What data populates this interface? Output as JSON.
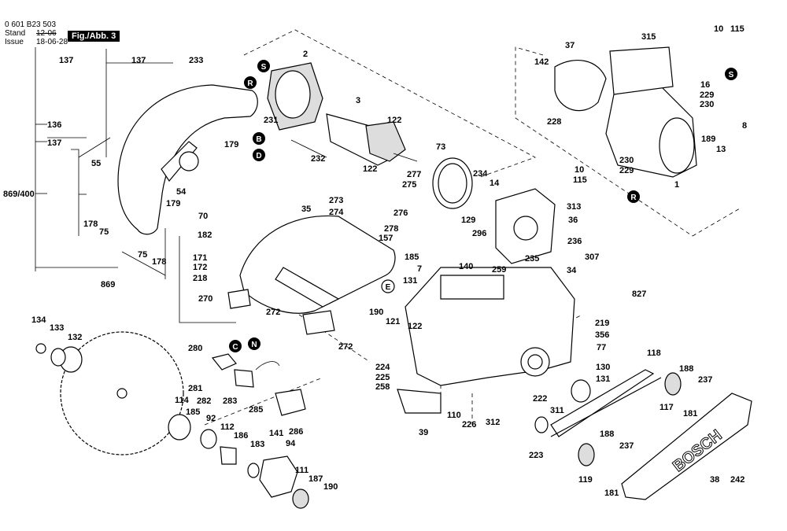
{
  "header": {
    "doc_number": "0 601 B23 503",
    "stand_label": "Stand",
    "stand_value": "12-06",
    "issue_label": "Issue",
    "issue_value": "18-06-28",
    "figure": "Fig./Abb. 3"
  },
  "brand": "BOSCH",
  "markers": [
    "S",
    "R",
    "B",
    "D",
    "E",
    "C",
    "N",
    "S",
    "R"
  ],
  "callouts": [
    "137",
    "137",
    "233",
    "136",
    "137",
    "55",
    "869/400",
    "178",
    "75",
    "75",
    "178",
    "869",
    "2",
    "231",
    "3",
    "122",
    "122",
    "232",
    "179",
    "54",
    "179",
    "70",
    "35",
    "182",
    "171",
    "172",
    "218",
    "270",
    "272",
    "273",
    "274",
    "277",
    "275",
    "276",
    "278",
    "157",
    "73",
    "234",
    "14",
    "129",
    "296",
    "185",
    "7",
    "140",
    "259",
    "131",
    "190",
    "121",
    "122",
    "272",
    "224",
    "225",
    "258",
    "39",
    "110",
    "226",
    "312",
    "37",
    "142",
    "315",
    "10",
    "115",
    "16",
    "229",
    "230",
    "228",
    "8",
    "189",
    "13",
    "230",
    "229",
    "10",
    "115",
    "1",
    "313",
    "36",
    "236",
    "235",
    "307",
    "34",
    "827",
    "219",
    "356",
    "77",
    "118",
    "130",
    "131",
    "222",
    "311",
    "188",
    "117",
    "237",
    "181",
    "223",
    "188",
    "237",
    "119",
    "181",
    "38",
    "242",
    "134",
    "133",
    "132",
    "280",
    "281",
    "282",
    "283",
    "285",
    "286",
    "114",
    "185",
    "92",
    "112",
    "186",
    "141",
    "94",
    "183",
    "111",
    "187",
    "190"
  ]
}
